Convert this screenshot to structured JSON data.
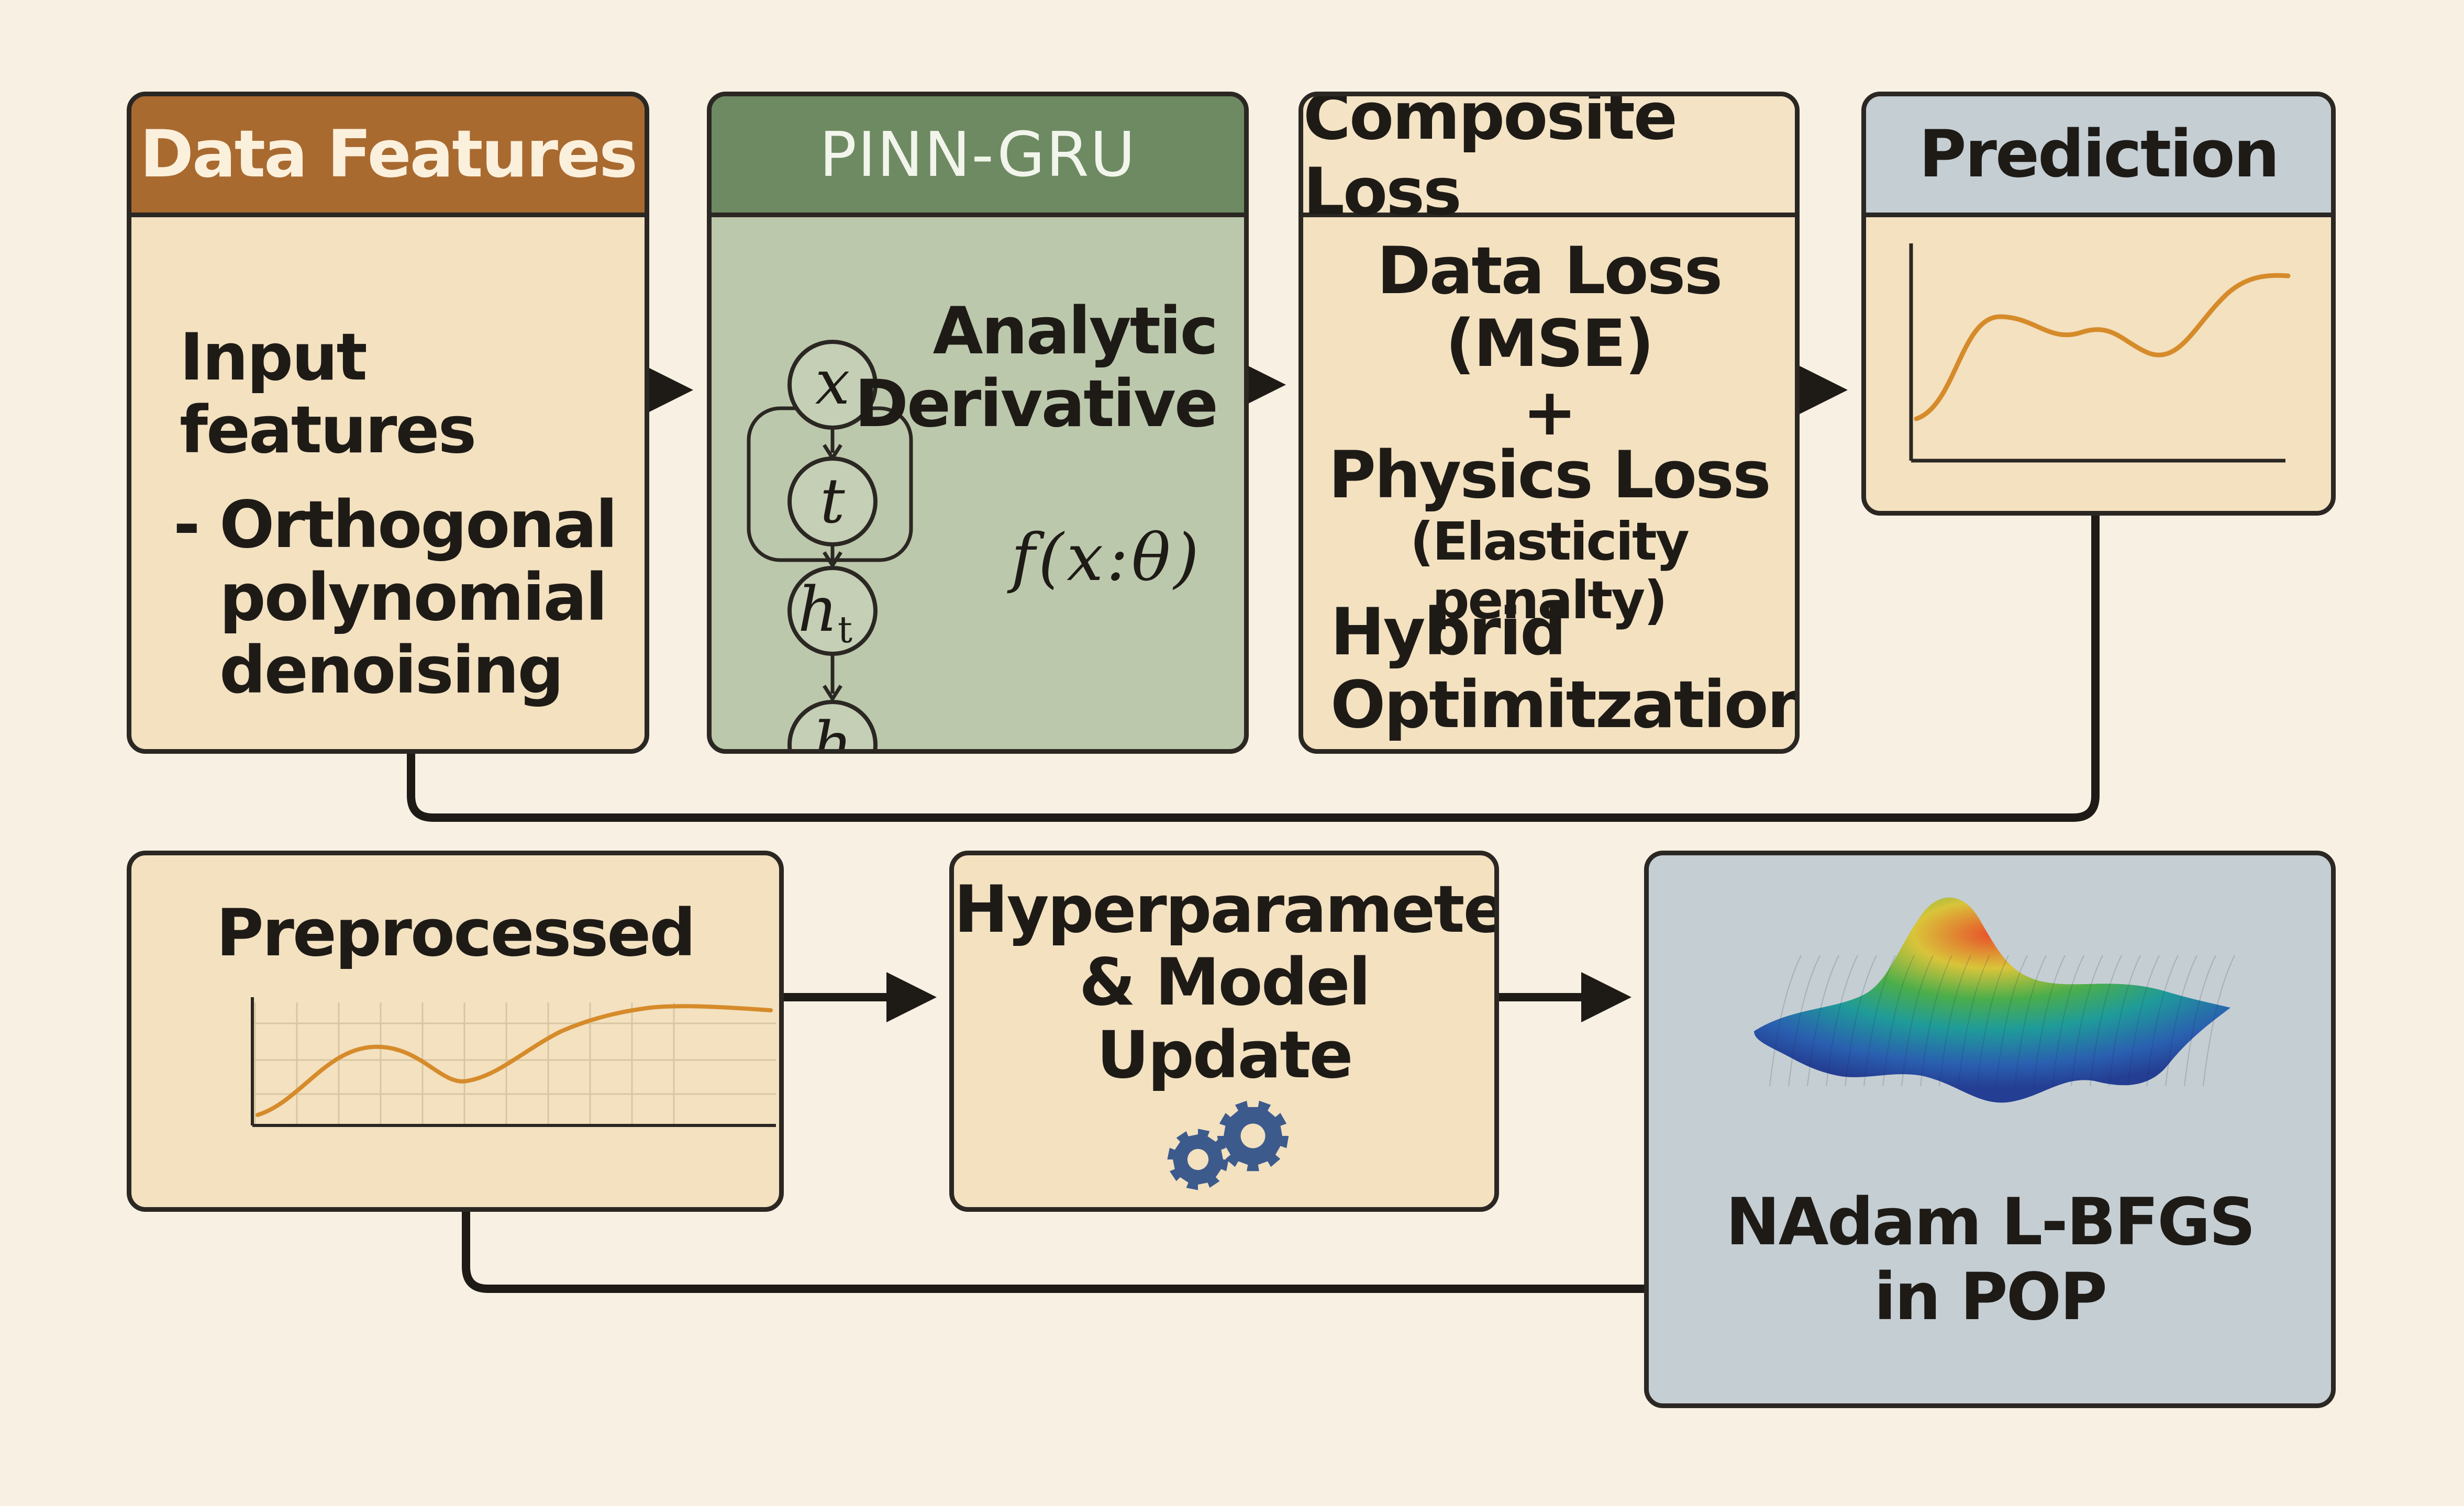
{
  "data_features": {
    "title": "Data Features",
    "input_label": "Input features",
    "bullet_marker": "-",
    "bullet_lines": [
      "Orthogonal",
      "polynomial",
      "denoising"
    ]
  },
  "pinn_gru": {
    "title": "PINN-GRU",
    "nodes": [
      "x",
      "t",
      "h",
      "h"
    ],
    "node_subscript": "t",
    "analytic_lines": [
      "Analytic",
      "Derivative"
    ],
    "formula": "f(x:θ)"
  },
  "composite_loss": {
    "title": "Composite Loss",
    "data_loss_lines": [
      "Data Loss",
      "(MSE)"
    ],
    "plus": "+",
    "physics_loss": "Physics Loss",
    "physics_note": "(Elasticity penalty)",
    "hybrid_lines": [
      "Hybrid",
      "Optimitzation"
    ]
  },
  "prediction": {
    "title": "Prediction",
    "curve_color": "#d68b2a"
  },
  "preprocessed": {
    "title": "Preprocessed",
    "curve_color": "#d68b2a"
  },
  "hyperparameter": {
    "title_lines": [
      "Hyperparameter",
      "& Model",
      "Update"
    ],
    "icon": "gears-icon",
    "icon_color": "#3d5a8c"
  },
  "nadam": {
    "label_lines": [
      "NAdam L-BFGS",
      "in POP"
    ],
    "icon": "loss-surface-icon"
  },
  "colors": {
    "background": "#f8f0e2",
    "data_features_header": "#a96a30",
    "pinn_header": "#6e8a62",
    "pinn_body": "#bcc8ab",
    "box_body": "#f3e1c0",
    "prediction_header": "#c5ced3",
    "nadam_body": "#c5ced3",
    "outline": "#2b2723"
  }
}
